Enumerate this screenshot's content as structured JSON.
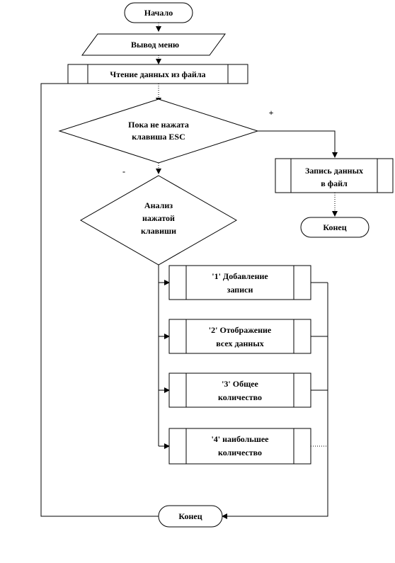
{
  "flowchart": {
    "start": "Начало",
    "menu_output": "Вывод меню",
    "read_file": "Чтение данных из файла",
    "loop_condition": [
      "Пока не нажата",
      "клавиша ESC"
    ],
    "plus_label": "+",
    "minus_label": "-",
    "analyze_key": [
      "Анализ",
      "нажатой",
      "клавиши"
    ],
    "write_file": [
      "Запись данных",
      "в файл"
    ],
    "end_right": "Конец",
    "option_1": [
      "'1' Добавление",
      "записи"
    ],
    "option_2": [
      "'2' Отображение",
      "всех данных"
    ],
    "option_3": [
      "'3' Общее",
      "количество"
    ],
    "option_4": [
      "'4' наибольшее",
      "количество"
    ],
    "end_bottom": "Конец"
  }
}
